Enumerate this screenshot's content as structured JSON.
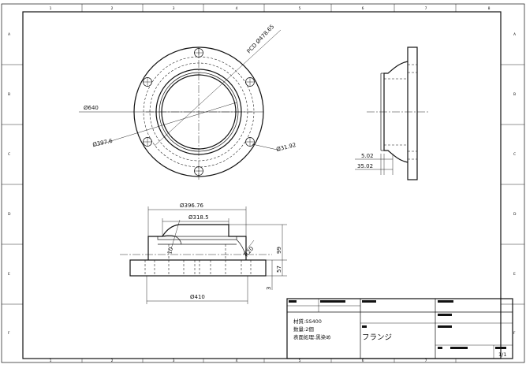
{
  "border": {
    "columns": [
      "1",
      "2",
      "3",
      "4",
      "5",
      "6",
      "7",
      "8"
    ],
    "rows": [
      "A",
      "B",
      "C",
      "D",
      "E",
      "F"
    ]
  },
  "front_view": {
    "outer_diameter": "Ø640",
    "pcd": "PCD Ø478.65",
    "inner_diameter": "Ø397.6",
    "bolt_hole": "Ø31.92"
  },
  "side_view": {
    "dim_small": "5.02",
    "dim_large": "35.02"
  },
  "section_view": {
    "dia_top": "Ø396.76",
    "dia_mid": "Ø318.5",
    "dia_bottom": "Ø410",
    "height_total": "99",
    "flange_thickness": "57",
    "step": "3",
    "radius_left": "10",
    "radius_right": "R20"
  },
  "title_block": {
    "material": "材質:SS400",
    "quantity": "数量:2個",
    "surface": "表面処理:黒染め",
    "part_name": "フランジ",
    "sheet": "1/1"
  }
}
